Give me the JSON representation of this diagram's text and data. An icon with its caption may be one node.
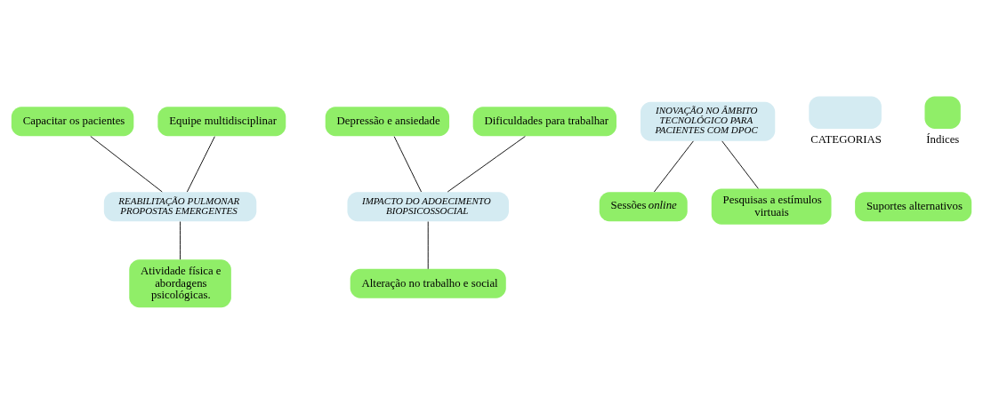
{
  "diagram": {
    "nodes": [
      {
        "text": [
          "Capacitar os pacientes"
        ]
      },
      {
        "text": [
          "Equipe multidisciplinar"
        ]
      },
      {
        "text": [
          "Depressão e ansiedade"
        ]
      },
      {
        "text": [
          "Dificuldades para trabalhar"
        ]
      },
      {
        "text": [
          "REABILITAÇÃO PULMONAR PROPOSTAS EMERGENTES"
        ]
      },
      {
        "text": [
          "IMPACTO DO ADOECIMENTO BIOPSICOSSOCIAL"
        ]
      },
      {
        "text": [
          "Atividade física e abordagens psicológicas."
        ]
      },
      {
        "text": [
          "Alteração no trabalho e social"
        ]
      },
      {
        "text": [
          "INOVAÇÃO NO ÂMBITO TECNOLÓGICO PARA PACIENTES COM DPOC"
        ]
      },
      {
        "text": [
          "Sessões *online*"
        ]
      },
      {
        "text": [
          "Suportes alternativos"
        ]
      },
      {
        "text": [
          "Pesquisas a estímulos virtuais"
        ]
      }
    ],
    "edges": [
      {
        "from": 0,
        "to": 4,
        "arrow": "none"
      },
      {
        "from": 1,
        "to": 4,
        "arrow": "none"
      },
      {
        "from": 2,
        "to": 5,
        "arrow": "none"
      },
      {
        "from": 3,
        "to": 5,
        "arrow": "none"
      },
      {
        "from": 4,
        "to": 6,
        "arrow": "none"
      },
      {
        "from": 5,
        "to": 7,
        "arrow": "none"
      },
      {
        "from": 8,
        "to": 9,
        "arrow": "none"
      },
      {
        "from": 8,
        "to": 11,
        "arrow": "none"
      }
    ],
    "legend": [
      {
        "text": "CATEGORIAS",
        "color": "#d4ebf2"
      },
      {
        "text": "Índices",
        "color": "#90ee68"
      }
    ]
  }
}
